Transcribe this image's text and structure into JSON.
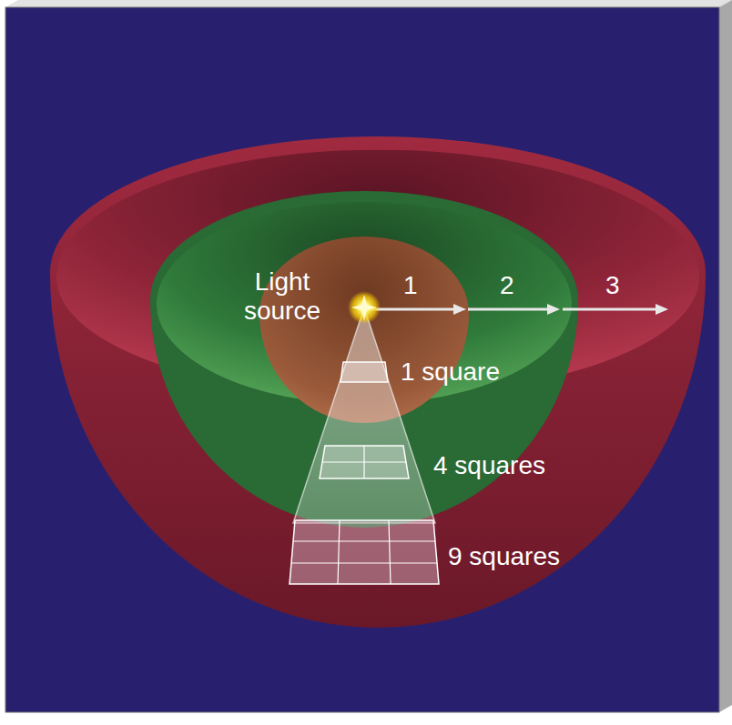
{
  "diagram": {
    "labels": [
      "Light source",
      "1",
      "2",
      "3",
      "1 square",
      "4 squares",
      "9 squares"
    ]
  }
}
